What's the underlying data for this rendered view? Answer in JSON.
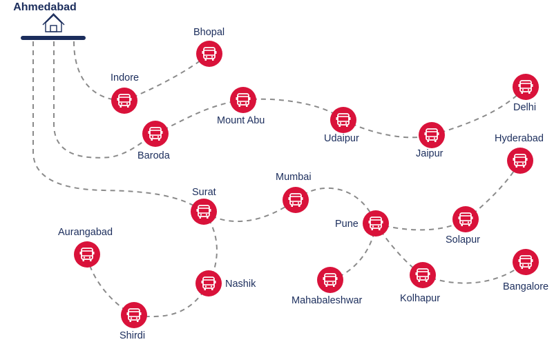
{
  "hub": {
    "label": "Ahmedabad",
    "icon": "house-icon"
  },
  "colors": {
    "accent": "#d9123a",
    "text": "#1b2d5c",
    "route": "#8a8a8a"
  },
  "stop_icon": "bus-icon",
  "cities": {
    "bhopal": "Bhopal",
    "indore": "Indore",
    "mount_abu": "Mount Abu",
    "baroda": "Baroda",
    "udaipur": "Udaipur",
    "jaipur": "Jaipur",
    "delhi": "Delhi",
    "hyderabad": "Hyderabad",
    "surat": "Surat",
    "mumbai": "Mumbai",
    "pune": "Pune",
    "solapur": "Solapur",
    "aurangabad": "Aurangabad",
    "nashik": "Nashik",
    "mahabaleshwar": "Mahabaleshwar",
    "kolhapur": "Kolhapur",
    "bangalore": "Bangalore",
    "shirdi": "Shirdi"
  }
}
